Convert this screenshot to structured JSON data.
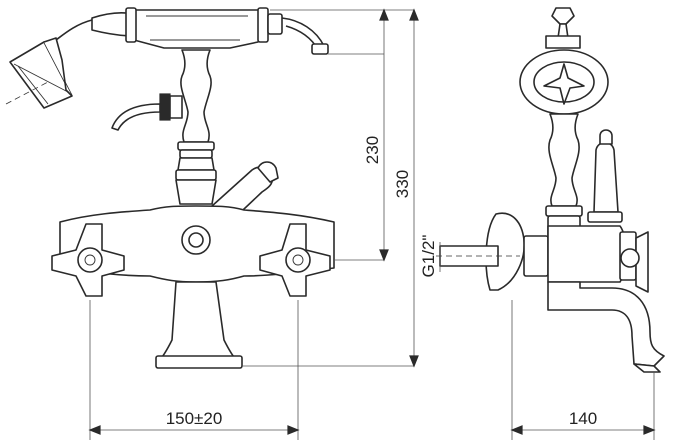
{
  "dimensions": {
    "height_handshower": "230",
    "height_total": "330",
    "inlet_thread": "G1/2\"",
    "center_distance": "150±20",
    "projection": "140"
  },
  "colors": {
    "line": "#2a2a2a",
    "background": "#ffffff"
  }
}
